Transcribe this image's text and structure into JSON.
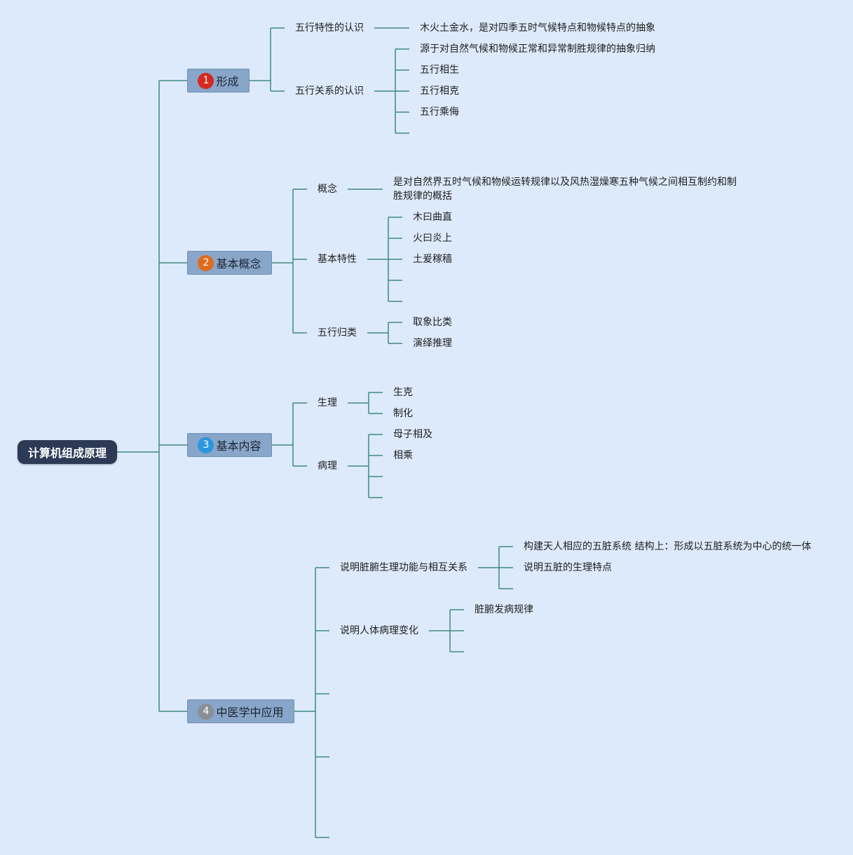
{
  "root": {
    "label": "计算机组成原理"
  },
  "colors": {
    "line": "#3f8a7c",
    "root_bg": "#2c3a55",
    "node_bg": "#88a6c9",
    "background": "#ddeafb"
  },
  "branches": [
    {
      "badge": "1",
      "badge_color": "#d42a1f",
      "label": "形成",
      "children": [
        {
          "label": "五行特性的认识",
          "children": [
            "木火土金水，是对四季五时气候特点和物候特点的抽象"
          ]
        },
        {
          "label": "五行关系的认识",
          "children": [
            "源于对自然气候和物候正常和异常制胜规律的抽象归纳",
            "五行相生",
            "五行相克",
            "五行乘侮"
          ]
        }
      ]
    },
    {
      "badge": "2",
      "badge_color": "#e06b1e",
      "label": "基本概念",
      "children": [
        {
          "label": "概念",
          "children": [
            "是对自然界五时气候和物候运转规律以及风热湿燥寒五种气候之间相互制约和制胜规律的概括"
          ]
        },
        {
          "label": "基本特性",
          "children": [
            "木曰曲直",
            "火曰炎上",
            "土爰稼穑"
          ]
        },
        {
          "label": "五行归类",
          "children": [
            "取象比类",
            "演绎推理"
          ]
        }
      ]
    },
    {
      "badge": "3",
      "badge_color": "#2c95dd",
      "label": "基本内容",
      "children": [
        {
          "label": "生理",
          "children": [
            "生克",
            "制化"
          ]
        },
        {
          "label": "病理",
          "children": [
            "母子相及",
            "相乘"
          ]
        }
      ]
    },
    {
      "badge": "4",
      "badge_color": "#8a8e96",
      "label": "中医学中应用",
      "children": [
        {
          "label": "说明脏腑生理功能与相互关系",
          "children": [
            "构建天人相应的五脏系统 结构上：形成以五脏系统为中心的统一体",
            "说明五脏的生理特点"
          ]
        },
        {
          "label": "说明人体病理变化",
          "children": [
            "脏腑发病规律"
          ]
        }
      ]
    }
  ]
}
